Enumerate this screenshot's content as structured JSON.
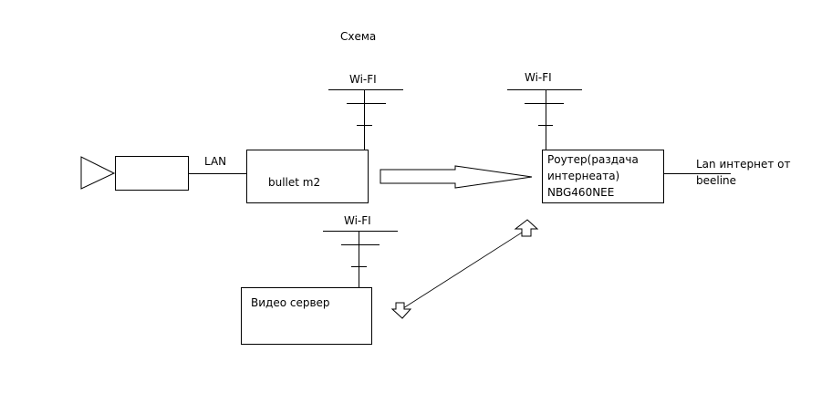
{
  "title": "Схема",
  "nodes": {
    "source_device": {
      "label": ""
    },
    "bullet": {
      "label": "bullet m2"
    },
    "router": {
      "lines": [
        "Роутер(раздача",
        "интернеата)",
        "NBG460NEE"
      ]
    },
    "video_server": {
      "label": "Видео сервер"
    }
  },
  "antennas": [
    {
      "label": "Wi-FI",
      "attached_to": "bullet"
    },
    {
      "label": "Wi-FI",
      "attached_to": "router"
    },
    {
      "label": "Wi-FI",
      "attached_to": "video_server"
    }
  ],
  "links": {
    "lan": {
      "label": "LAN"
    },
    "uplink": {
      "lines": [
        "Lan интернет от",
        "beeline"
      ]
    }
  },
  "colors": {
    "stroke": "#000000",
    "background": "#ffffff"
  }
}
